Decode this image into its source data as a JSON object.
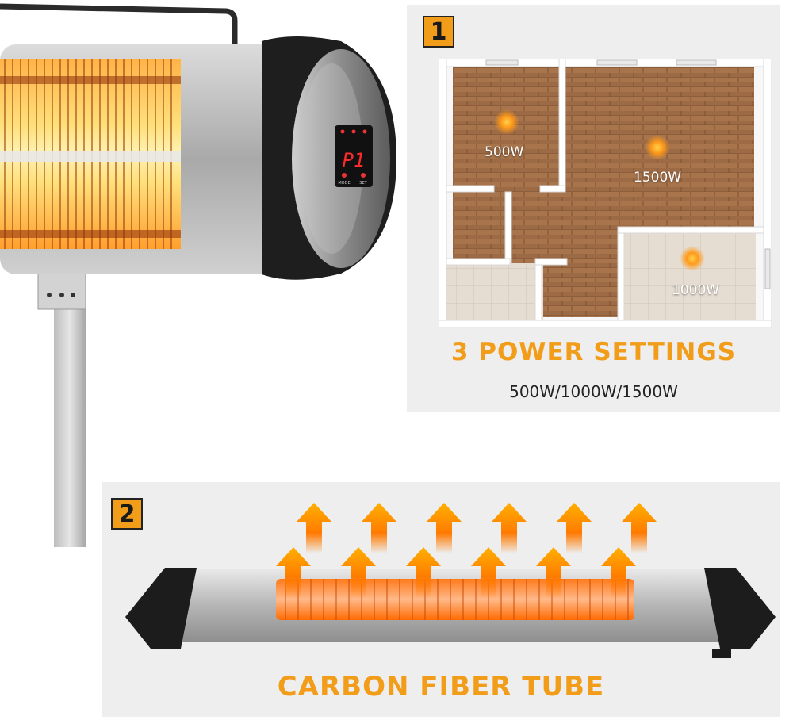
{
  "heater": {
    "display_text": "P1",
    "button_left_label": "MODE",
    "button_right_label": "SET"
  },
  "panel_1": {
    "number": "1",
    "rooms": [
      {
        "label": "500W"
      },
      {
        "label": "1500W"
      },
      {
        "label": "1000W"
      }
    ],
    "title": "3 POWER SETTINGS",
    "subtitle": "500W/1000W/1500W"
  },
  "panel_2": {
    "number": "2",
    "title": "CARBON FIBER TUBE"
  },
  "colors": {
    "accent": "#f29d1a",
    "panel_bg": "#eeeeee"
  }
}
